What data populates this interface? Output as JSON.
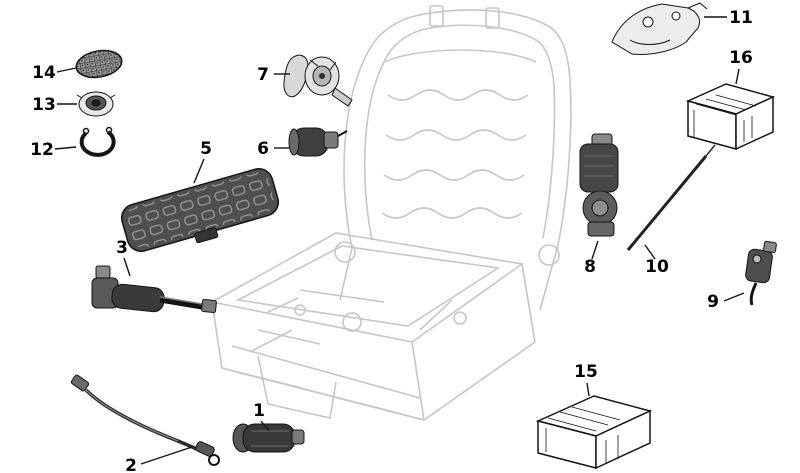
{
  "page": {
    "background": "#ffffff"
  },
  "colors": {
    "frame_gray": "#c6c6c6",
    "part_dark": "#3c3c3c",
    "line_black": "#000000",
    "box_fill": "#ffffff"
  },
  "diagram": {
    "callouts": [
      {
        "label": "1"
      },
      {
        "label": "2"
      },
      {
        "label": "3"
      },
      {
        "label": "5"
      },
      {
        "label": "6"
      },
      {
        "label": "7"
      },
      {
        "label": "8"
      },
      {
        "label": "9"
      },
      {
        "label": "10"
      },
      {
        "label": "11"
      },
      {
        "label": "12"
      },
      {
        "label": "13"
      },
      {
        "label": "14"
      },
      {
        "label": "15"
      },
      {
        "label": "16"
      }
    ]
  }
}
